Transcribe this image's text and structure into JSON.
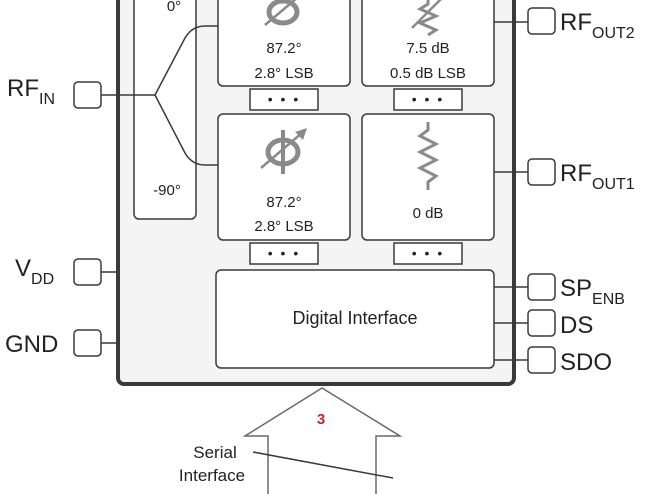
{
  "pins": {
    "rf_in": {
      "main": "RF",
      "sub": "IN"
    },
    "rf_out2": {
      "main": "RF",
      "sub": "OUT2"
    },
    "rf_out1": {
      "main": "RF",
      "sub": "OUT1"
    },
    "vdd": {
      "main": "V",
      "sub": "DD"
    },
    "gnd": {
      "main": "GND"
    },
    "sp_enb": {
      "main": "SP",
      "sub": "ENB"
    },
    "ds": {
      "main": "DS"
    },
    "sdo": {
      "main": "SDO"
    }
  },
  "splitter": {
    "top_label": "0°",
    "bottom_label": "-90°"
  },
  "phase_shifter_top": {
    "value": "87.2°",
    "lsb": "2.8° LSB",
    "icon": "phase-shifter-icon"
  },
  "attenuator_top": {
    "value": "7.5 dB",
    "lsb": "0.5 dB LSB",
    "icon": "variable-resistor-icon"
  },
  "phase_shifter_bottom": {
    "value": "87.2°",
    "lsb": "2.8° LSB",
    "icon": "phase-shifter-icon"
  },
  "attenuator_bottom": {
    "value": "0 dB",
    "icon": "resistor-icon"
  },
  "digital_interface": {
    "label": "Digital Interface"
  },
  "serial": {
    "bus_width": "3",
    "line1": "Serial",
    "line2": "Interface"
  },
  "colors": {
    "stroke": "#3a3a3a",
    "chip_fill": "#f4f4f4",
    "block_fill": "#ffffff",
    "bus_width_text": "#c0282d",
    "icon_gray": "#8a8a8a"
  }
}
